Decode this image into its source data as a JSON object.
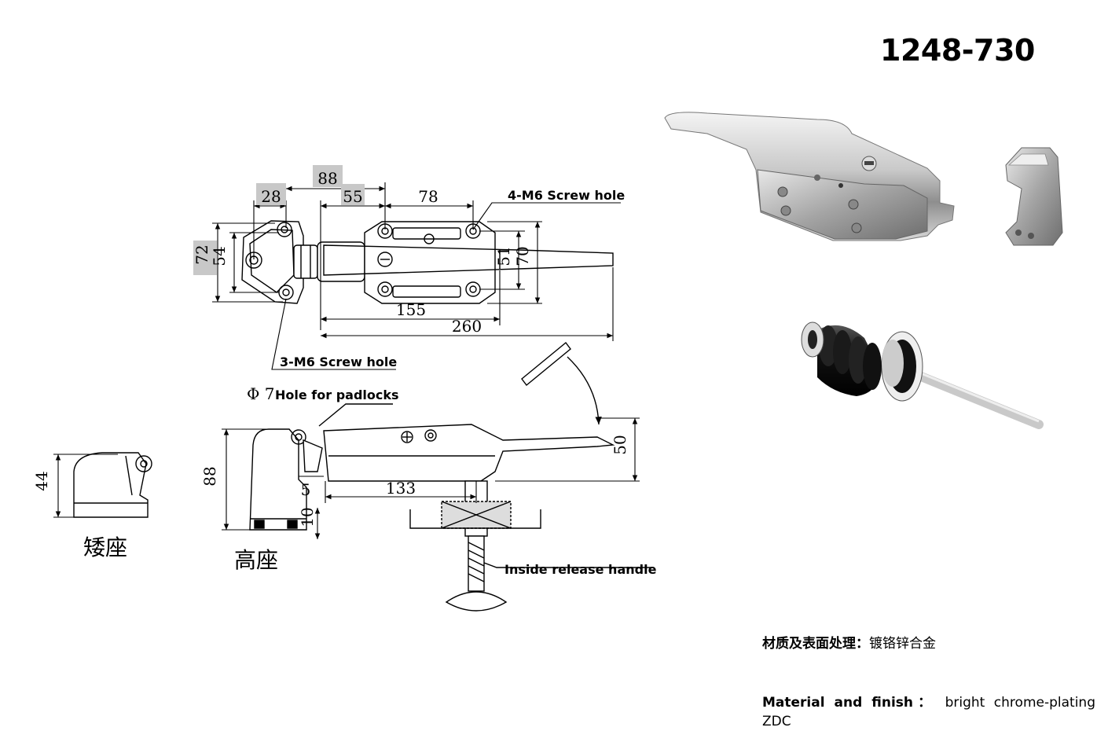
{
  "model_number": "1248-730",
  "dimensions": {
    "d28": "28",
    "d88_top": "88",
    "d55": "55",
    "d78": "78",
    "d72": "72",
    "d54": "54",
    "d51": "51",
    "d70": "70",
    "d155": "155",
    "d260": "260",
    "d44": "44",
    "d88_side": "88",
    "d5": "5",
    "d133": "133",
    "d10": "10",
    "d50": "50"
  },
  "labels": {
    "screw4": "4-M6 Screw hole",
    "screw3": "3-M6 Screw hole",
    "padlock_phi": "Φ 7",
    "padlock": "Hole for padlocks",
    "release": "Inside release handle",
    "low_base": "矮座",
    "high_base": "高座"
  },
  "spec": {
    "cn_label": "材质及表面处理：",
    "cn_value": "镀铬锌合金",
    "en_label": "Material and finish：",
    "en_value": "bright chrome-plating ZDC"
  }
}
